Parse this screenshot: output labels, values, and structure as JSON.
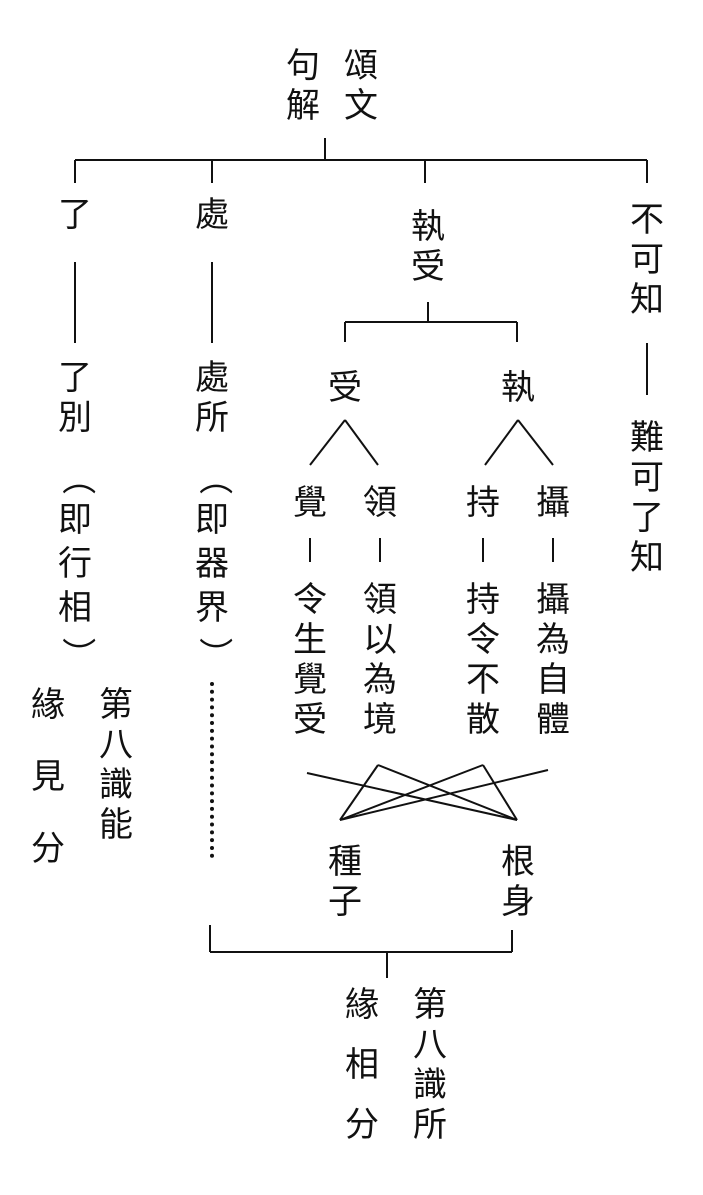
{
  "diagram": {
    "root": {
      "col1": "句解",
      "col2": "頌文"
    },
    "branches": {
      "liao": {
        "head": "了",
        "term": "了別",
        "note": "（即行相）"
      },
      "chu": {
        "head": "處",
        "term": "處所",
        "note": "（即器界）"
      },
      "zhishou": {
        "head": "執受",
        "shou": {
          "head": "受",
          "jue": "覺",
          "jue_gloss": "令生覺受",
          "ling": "領",
          "ling_gloss": "領以為境"
        },
        "zhi": {
          "head": "執",
          "chi": "持",
          "chi_gloss": "持令不散",
          "she": "攝",
          "she_gloss": "攝為自體"
        }
      },
      "bukezhi": {
        "head": "不可知",
        "gloss": "難可了知"
      }
    },
    "objects": {
      "seeds": "種子",
      "body": "根身"
    },
    "left_label": {
      "yuan": "緣見分",
      "eighth": "第八識能"
    },
    "bottom_label": {
      "yuan": "緣相分",
      "eighth": "第八識所"
    },
    "colors": {
      "ink": "#111111",
      "background": "#ffffff"
    }
  }
}
